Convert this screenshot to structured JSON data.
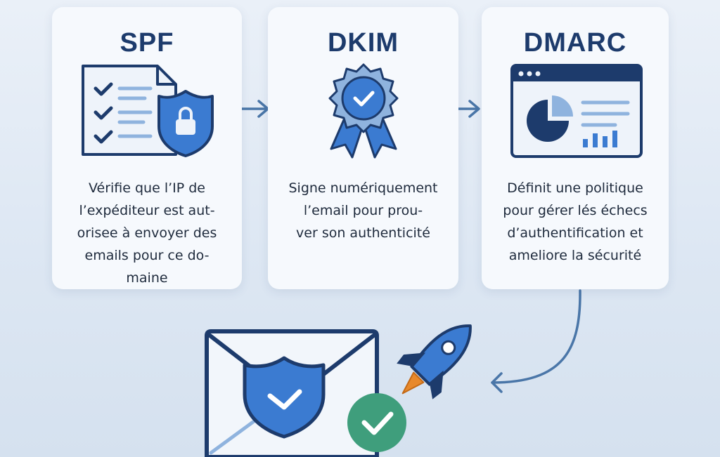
{
  "steps": [
    {
      "title": "SPF",
      "description": "Vérifie que l’IP de\nl’expéditeur est aut-\norisee à envoyer des\nemails pour ce do-\nmaine",
      "icon": "checklist-document-shield-icon"
    },
    {
      "title": "DKIM",
      "description": "Signe numériquement\nl’email pour prou-\nver son authenticité",
      "icon": "award-badge-check-icon"
    },
    {
      "title": "DMARC",
      "description": "Définit une politique\npour gérer lés échecs\nd’authentification et\nameliore la sécurité",
      "icon": "dashboard-chart-window-icon"
    }
  ],
  "result": {
    "icons": [
      "envelope-icon",
      "shield-check-icon",
      "green-check-icon",
      "rocket-icon"
    ]
  },
  "colors": {
    "navy": "#1d3b6c",
    "blue": "#3b7bd1",
    "lightblue": "#8fb3de",
    "arrow": "#4a76a8",
    "green": "#3f9e7c",
    "orange": "#e8892b"
  }
}
